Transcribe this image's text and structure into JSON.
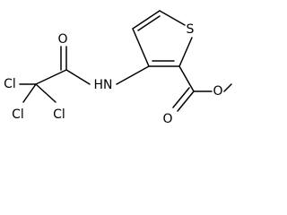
{
  "molecule": {
    "atoms": {
      "sulfur": "S",
      "amide_nh": "HN",
      "amide_oxygen": "O",
      "ester_carbonyl_oxygen": "O",
      "ester_ether_oxygen": "O",
      "chlorine_1": "Cl",
      "chlorine_2": "Cl",
      "chlorine_3": "Cl"
    }
  }
}
